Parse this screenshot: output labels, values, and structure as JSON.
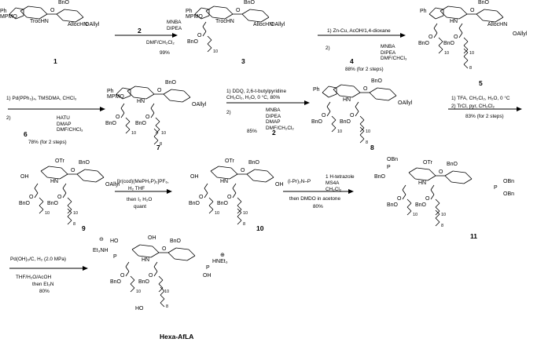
{
  "compounds": [
    {
      "id": "c1",
      "label": "1"
    },
    {
      "id": "c3",
      "label": "3"
    },
    {
      "id": "c5",
      "label": "5"
    },
    {
      "id": "c7",
      "label": "7"
    },
    {
      "id": "c8",
      "label": "8"
    },
    {
      "id": "c9",
      "label": "9"
    },
    {
      "id": "c10",
      "label": "10"
    },
    {
      "id": "c11",
      "label": "11"
    },
    {
      "id": "final",
      "label": "Hexa-AfLA"
    }
  ],
  "reagent_labels": {
    "r4": "4",
    "r6": "6",
    "r2": "2"
  },
  "steps": [
    {
      "id": "s1",
      "above": [
        "MNBA",
        "DIPEA"
      ],
      "below": [
        "DMF/CH₂Cl₂"
      ],
      "yield": "99%"
    },
    {
      "id": "s2",
      "above": [
        "1) Zn-Cu, AcOH/1,4-dioxane"
      ],
      "extra": [
        "MNBA",
        "DIPEA",
        "DMF/CHCl₃"
      ],
      "step2": "2)",
      "yield": "88% (for 2 steps)"
    },
    {
      "id": "s3",
      "above": [
        "1) Pd(PPh₃)₄, TMSDMA, CHCl₃"
      ],
      "extra": [
        "HATU",
        "DMAP",
        "DMF/CHCl₃"
      ],
      "step2": "2)",
      "yield": "78% (for 2 steps)"
    },
    {
      "id": "s4",
      "above": [
        "1) DDQ, 2,6-t-butylpyridine",
        "CH₂Cl₂, H₂O, 0 °C, 80%"
      ],
      "extra": [
        "MNBA",
        "DIPEA",
        "DMAP",
        "DMF/CH₂Cl₂"
      ],
      "step2": "2)",
      "yield": "85%"
    },
    {
      "id": "s5",
      "above": [
        "1) TFA, CH₂Cl₂, H₂O, 0 °C",
        "2) TrCl, pyr, CH₂Cl₂"
      ],
      "yield": "83% (for 2 steps)"
    },
    {
      "id": "s6",
      "above": [
        "[Ir(cod)(MePH₂P)₂]PF₆,",
        "H₂  THF"
      ],
      "below": [
        "then I₂ H₂O",
        "quant"
      ]
    },
    {
      "id": "s7",
      "above": [
        "(i-Pr)₂N–P",
        "1 H-tetrazole",
        "MS4A",
        "CH₂Cl₂"
      ],
      "below": [
        "then DMDO in acetone",
        "80%"
      ]
    },
    {
      "id": "s8",
      "above": [
        "Pd(OH)₂/C, H₂ (2.0 MPa)"
      ],
      "below": [
        "THF/H₂O/AcOH",
        "then Et₃N",
        "80%"
      ]
    }
  ],
  "structure_text": {
    "mpmo": "MPMO",
    "trochn": "TrocHN",
    "bno": "BnO",
    "allochn": "AllocHN",
    "oallyl": "OAllyl",
    "hn": "HN",
    "o": "O",
    "oh": "OH",
    "ho": "HO",
    "ph": "Ph",
    "otr": "OTr",
    "p": "P",
    "obn": "OBn",
    "nhet3": "HNEt₃",
    "et3nh": "Et₃NH",
    "sub10": "10",
    "sub8": "8",
    "plus": "⊕",
    "minus": "⊖"
  }
}
